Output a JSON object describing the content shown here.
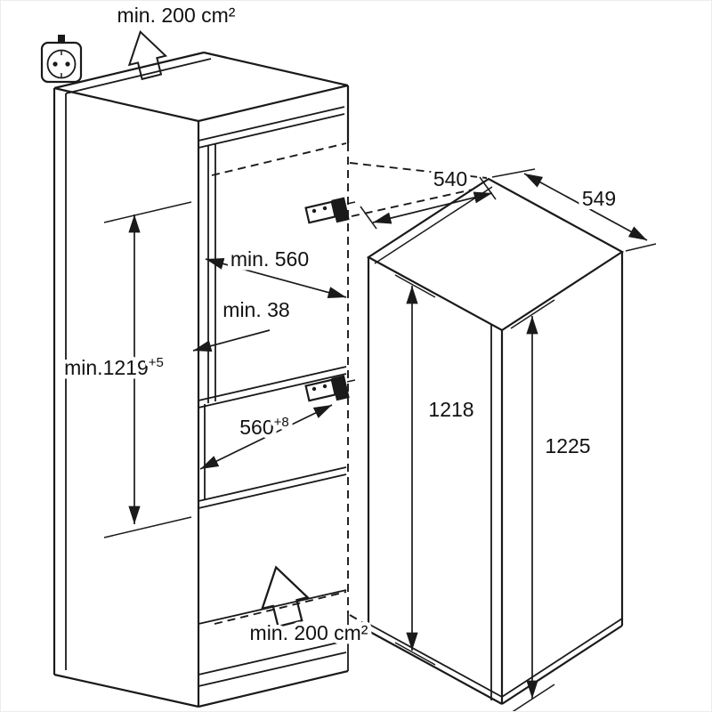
{
  "title": "Built-in refrigerator installation dimensions diagram",
  "colors": {
    "line": "#1a1a1a",
    "background": "#ffffff"
  },
  "icons": {
    "socket": "power-socket",
    "vent_arrow": "hollow-block-arrow",
    "hinge": "door-hinge"
  },
  "labels": {
    "vent_top": "min. 200 cm²",
    "vent_bottom": "min. 200 cm²",
    "door_width": "540",
    "depth": "549",
    "niche_width": "min. 560",
    "clearance": "min. 38",
    "niche_height": {
      "base": "min.1219",
      "sup": "+5"
    },
    "recess_width": {
      "base": "560",
      "sup": "+8"
    },
    "appliance_height": "1218",
    "door_height": "1225"
  }
}
